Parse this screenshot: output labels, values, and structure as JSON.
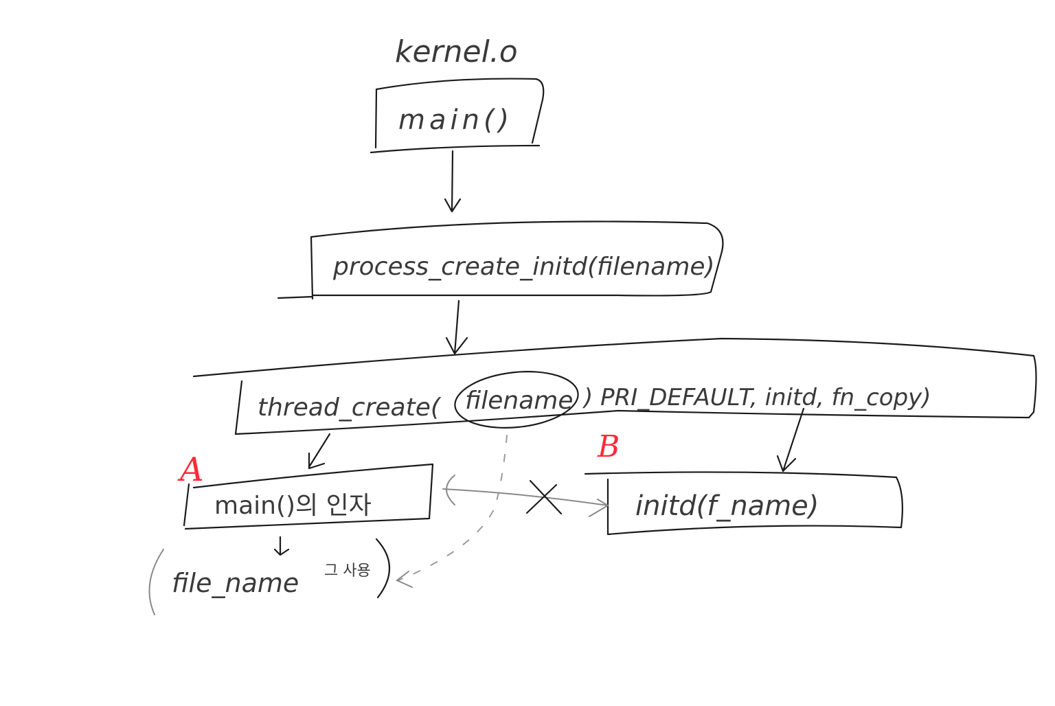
{
  "diagram": {
    "title": "kernel.o",
    "nodes": {
      "main": {
        "label": "main()"
      },
      "process_create": {
        "label": "process_create_initd(filename)"
      },
      "thread_create": {
        "func": "thread_create(",
        "arg_circled": "filename",
        "rest": ") PRI_DEFAULT, initd, fn_copy)"
      },
      "node_a": {
        "marker": "A",
        "label": "main()의 인자"
      },
      "node_b": {
        "marker": "B",
        "label": "initd(f_name)"
      },
      "file_name_note": {
        "label": "file_name",
        "suffix": "그 사용"
      }
    },
    "edges": {
      "main_to_process": "main() → process_create_initd(filename)",
      "process_to_thread": "process_create_initd → thread_create",
      "thread_to_a": "thread_create → main()의 인자",
      "thread_to_b": "thread_create → initd(f_name)",
      "a_b_crossed": "X",
      "filename_dashed": "filename ⇢ file_name"
    },
    "colors": {
      "ink": "#1a1a1a",
      "marker": "#ff2a3a",
      "faint": "#9a9a9a"
    }
  }
}
